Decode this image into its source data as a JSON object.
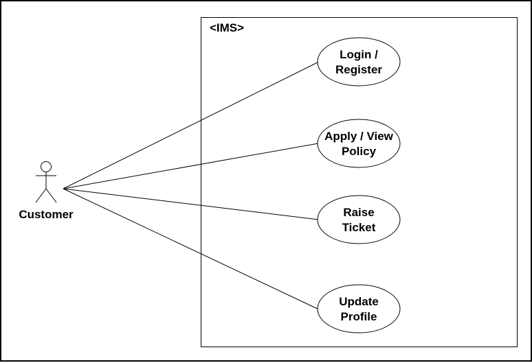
{
  "system": {
    "name": "<IMS>"
  },
  "actor": {
    "name": "Customer"
  },
  "use_cases": [
    {
      "lines": [
        "Login /",
        "Register"
      ]
    },
    {
      "lines": [
        "Apply / View",
        "Policy"
      ]
    },
    {
      "lines": [
        "Raise",
        "Ticket"
      ]
    },
    {
      "lines": [
        "Update",
        "Profile"
      ]
    }
  ],
  "colors": {
    "stroke": "#000000",
    "background": "#ffffff"
  }
}
